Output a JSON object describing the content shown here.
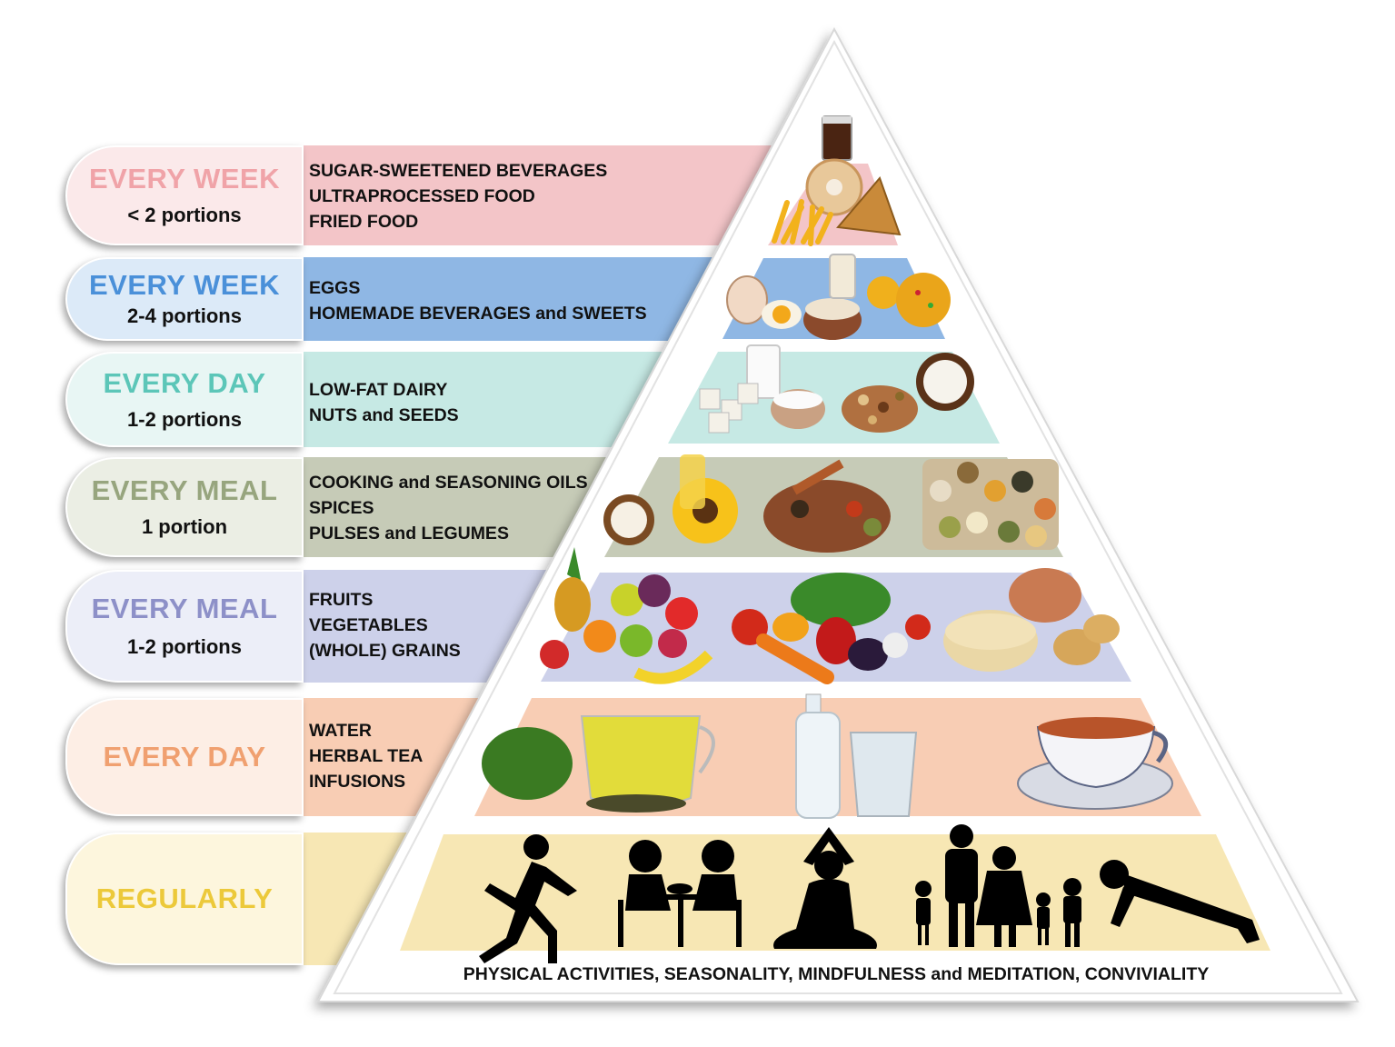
{
  "tiers": [
    {
      "frequency": "EVERY WEEK",
      "portion": "< 2 portions",
      "items": [
        "SUGAR-SWEETENED BEVERAGES",
        "ULTRAPROCESSED FOOD",
        "FRIED FOOD"
      ],
      "color": "#f3c5c8",
      "label_color": "#f0a3a8",
      "pill_color": "#fbe9ea"
    },
    {
      "frequency": "EVERY WEEK",
      "portion": "2-4 portions",
      "items": [
        "EGGS",
        "HOMEMADE BEVERAGES and SWEETS"
      ],
      "color": "#8fb7e4",
      "label_color": "#4a90d9",
      "pill_color": "#dceaf8"
    },
    {
      "frequency": "EVERY DAY",
      "portion": "1-2 portions",
      "items": [
        "LOW-FAT DAIRY",
        "NUTS and SEEDS"
      ],
      "color": "#c6e9e4",
      "label_color": "#5cc6b8",
      "pill_color": "#e8f6f4"
    },
    {
      "frequency": "EVERY MEAL",
      "portion": "1 portion",
      "items": [
        "COOKING and SEASONING OILS",
        "SPICES",
        "PULSES and LEGUMES"
      ],
      "color": "#c6cbb7",
      "label_color": "#97a57e",
      "pill_color": "#ebeee4"
    },
    {
      "frequency": "EVERY MEAL",
      "portion": "1-2 portions",
      "items": [
        "FRUITS",
        "VEGETABLES",
        "(WHOLE) GRAINS"
      ],
      "color": "#cdd1ea",
      "label_color": "#8d90c8",
      "pill_color": "#eceef8"
    },
    {
      "frequency": "EVERY DAY",
      "portion": "",
      "items": [
        "WATER",
        "HERBAL TEA",
        "INFUSIONS"
      ],
      "color": "#f8cdb4",
      "label_color": "#f0a070",
      "pill_color": "#fdeee5"
    },
    {
      "frequency": "REGULARLY",
      "portion": "",
      "items": [],
      "color": "#f7e7b4",
      "label_color": "#ecc93a",
      "pill_color": "#fdf6dd"
    }
  ],
  "base_caption": "PHYSICAL ACTIVITIES, SEASONALITY, MINDFULNESS and MEDITATION, CONVIVIALITY",
  "icons": [
    "cola-glass-icon",
    "donut-icon",
    "fries-icon",
    "samosa-icon",
    "egg-icon",
    "milk-glass-icon",
    "rice-pudding-icon",
    "laddu-icon",
    "milk-icon",
    "tofu-icon",
    "yogurt-icon",
    "nuts-icon",
    "coconut-icon",
    "sunflower-oil-icon",
    "spices-icon",
    "legumes-icon",
    "fruit-basket-icon",
    "vegetables-icon",
    "grains-icon",
    "green-tea-icon",
    "water-bottle-icon",
    "water-glass-icon",
    "tea-cup-icon",
    "runner-icon",
    "shared-meal-icon",
    "meditation-icon",
    "family-walk-icon",
    "pushup-icon"
  ]
}
